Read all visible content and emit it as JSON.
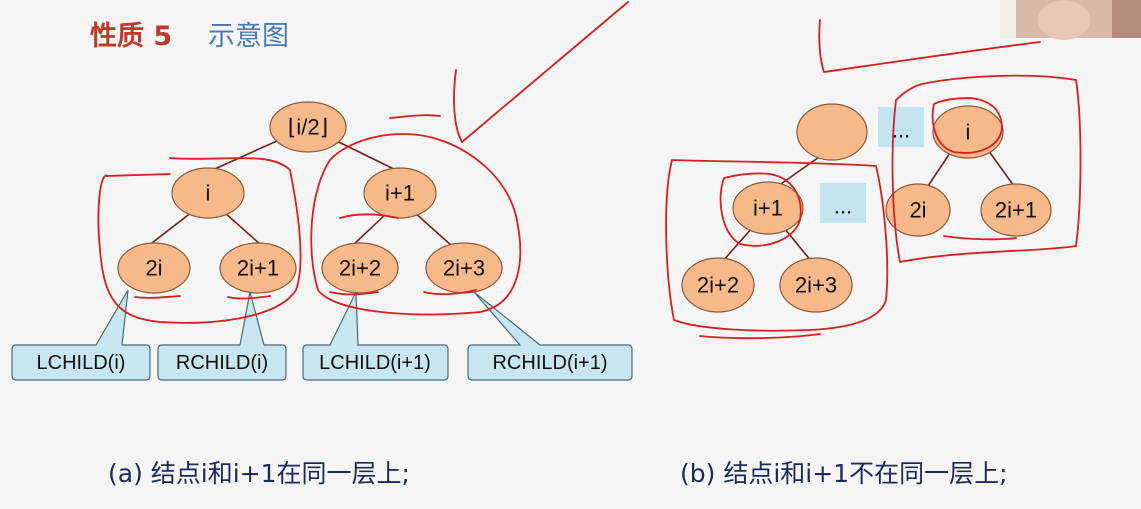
{
  "title": {
    "main": "性质 5",
    "sub": "示意图"
  },
  "diagram_a": {
    "nodes": {
      "parent": "⌊i/2⌋",
      "i": "i",
      "i1": "i+1",
      "n2i": "2i",
      "n2i1": "2i+1",
      "n2i2": "2i+2",
      "n2i3": "2i+3"
    },
    "callouts": {
      "lchild_i": "LCHILD(i)",
      "rchild_i": "RCHILD(i)",
      "lchild_i1": "LCHILD(i+1)",
      "rchild_i1": "RCHILD(i+1)"
    },
    "caption": "(a) 结点i和i+1在同一层上;"
  },
  "diagram_b": {
    "nodes": {
      "root": "",
      "i1": "i+1",
      "n2i2": "2i+2",
      "n2i3": "2i+3",
      "i": "i",
      "n2i": "2i",
      "n2i1": "2i+1"
    },
    "dots": {
      "top": "...",
      "mid": "..."
    },
    "caption": "(b)  结点i和i+1不在同一层上;"
  },
  "colors": {
    "node_fill": "#f7b98a",
    "callout_fill": "#c8e6ef",
    "title_red": "#c0392b",
    "title_blue": "#4a7ab5",
    "annotation_red": "#d81e1e"
  }
}
